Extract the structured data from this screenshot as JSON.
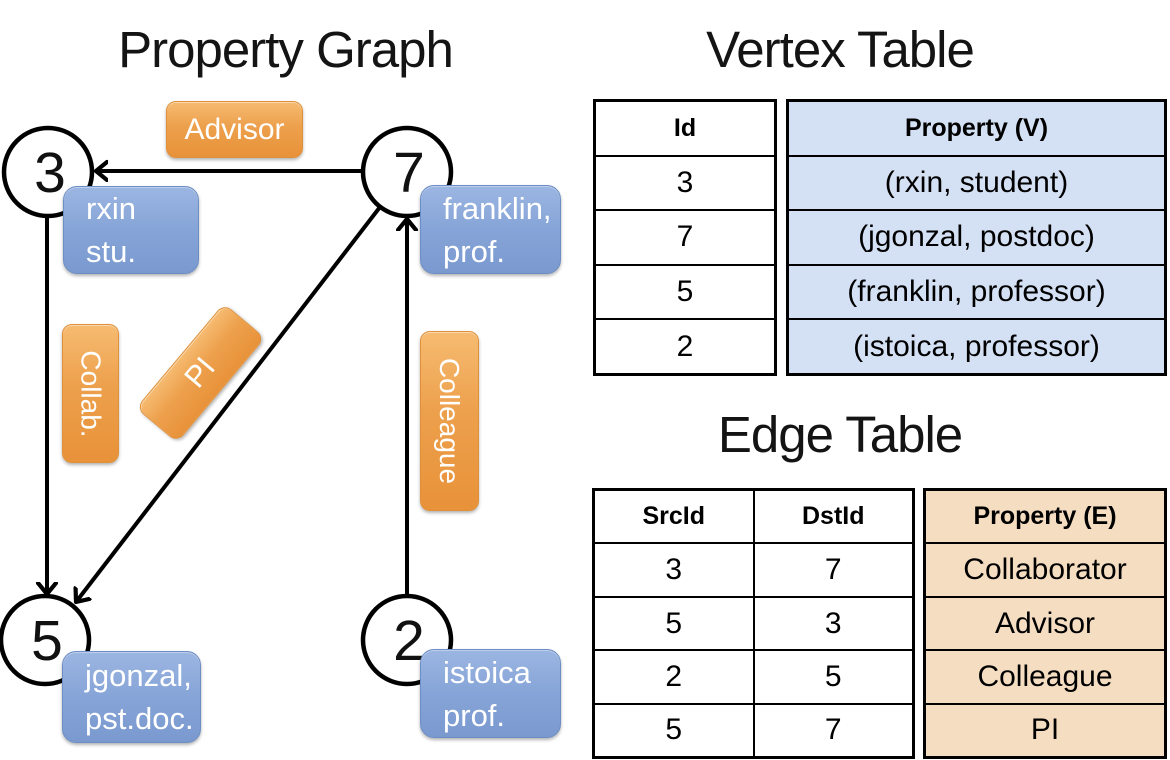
{
  "graph": {
    "title": "Property Graph",
    "nodes": [
      {
        "id": "3",
        "card_line1": "rxin",
        "card_line2": "stu."
      },
      {
        "id": "5",
        "card_line1": "franklin,",
        "card_line2": "prof."
      },
      {
        "id": "7",
        "card_line1": "jgonzal,",
        "card_line2": "pst.doc."
      },
      {
        "id": "2",
        "card_line1": "istoica",
        "card_line2": "prof."
      }
    ],
    "edges": [
      {
        "src": "5",
        "dst": "3",
        "label": "Advisor"
      },
      {
        "src": "3",
        "dst": "7",
        "label": "Collab."
      },
      {
        "src": "5",
        "dst": "7",
        "label": "PI"
      },
      {
        "src": "2",
        "dst": "5",
        "label": "Colleague"
      }
    ]
  },
  "vertex_table": {
    "title": "Vertex Table",
    "columns": {
      "id": "Id",
      "property": "Property (V)"
    },
    "rows": [
      {
        "id": "3",
        "property": "(rxin, student)"
      },
      {
        "id": "7",
        "property": "(jgonzal, postdoc)"
      },
      {
        "id": "5",
        "property": "(franklin, professor)"
      },
      {
        "id": "2",
        "property": "(istoica, professor)"
      }
    ]
  },
  "edge_table": {
    "title": "Edge Table",
    "columns": {
      "src": "SrcId",
      "dst": "DstId",
      "property": "Property (E)"
    },
    "rows": [
      {
        "src": "3",
        "dst": "7",
        "property": "Collaborator"
      },
      {
        "src": "5",
        "dst": "3",
        "property": "Advisor"
      },
      {
        "src": "2",
        "dst": "5",
        "property": "Colleague"
      },
      {
        "src": "5",
        "dst": "7",
        "property": "PI"
      }
    ]
  },
  "colors": {
    "edge_label_top": "#F6BB71",
    "edge_label_bottom": "#E8923A",
    "vertex_card_top": "#9CB6E2",
    "vertex_card_bottom": "#7A99CF",
    "vertex_property_bg": "#D4E0F3",
    "edge_property_bg": "#F5DDC2",
    "line_color": "#000000"
  }
}
